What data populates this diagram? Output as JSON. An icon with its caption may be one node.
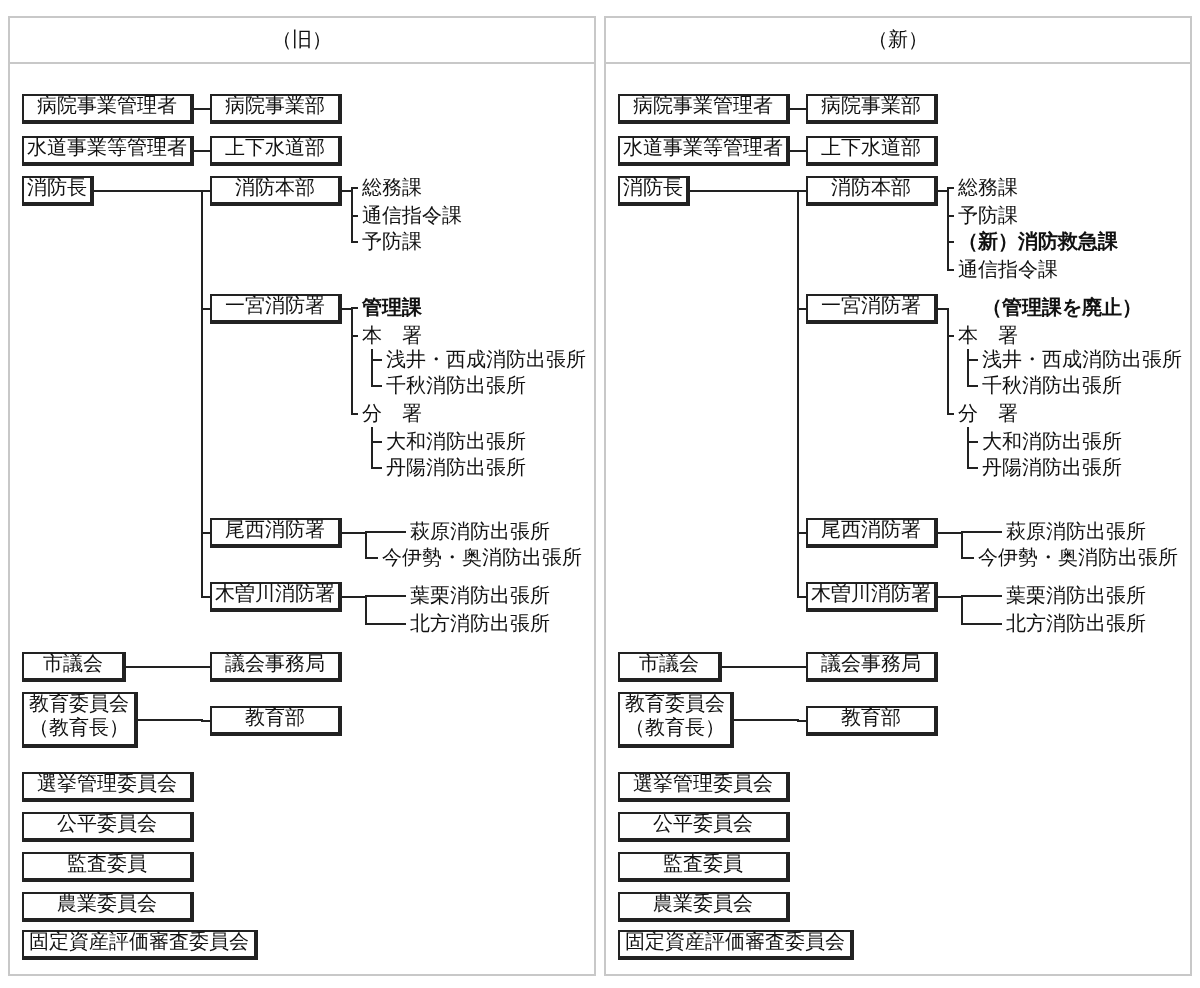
{
  "diagram": {
    "nodes": [
      {
        "text": [
          "（旧）"
        ]
      },
      {
        "text": [
          "病院事業管理者"
        ],
        "in": 0
      },
      {
        "text": [
          "病院事業部"
        ],
        "in": 0
      },
      {
        "text": [
          "水道事業等管理者"
        ],
        "in": 0
      },
      {
        "text": [
          "上下水道部"
        ],
        "in": 0
      },
      {
        "text": [
          "消防長"
        ],
        "in": 0
      },
      {
        "text": [
          "消防本部"
        ],
        "in": 0
      },
      {
        "text": [
          "総務課"
        ],
        "in": 0
      },
      {
        "text": [
          "通信指令課"
        ],
        "in": 0
      },
      {
        "text": [
          "予防課"
        ],
        "in": 0
      },
      {
        "text": [
          "一宮消防署"
        ],
        "in": 0
      },
      {
        "text": [
          "管理課"
        ],
        "in": 0
      },
      {
        "text": [
          "本　署"
        ],
        "in": 0
      },
      {
        "text": [
          "浅井・西成消防出張所"
        ],
        "in": 0
      },
      {
        "text": [
          "千秋消防出張所"
        ],
        "in": 0
      },
      {
        "text": [
          "分　署"
        ],
        "in": 0
      },
      {
        "text": [
          "大和消防出張所"
        ],
        "in": 0
      },
      {
        "text": [
          "丹陽消防出張所"
        ],
        "in": 0
      },
      {
        "text": [
          "尾西消防署"
        ],
        "in": 0
      },
      {
        "text": [
          "萩原消防出張所"
        ],
        "in": 0
      },
      {
        "text": [
          "今伊勢・奥消防出張所"
        ],
        "in": 0
      },
      {
        "text": [
          "木曽川消防署"
        ],
        "in": 0
      },
      {
        "text": [
          "葉栗消防出張所"
        ],
        "in": 0
      },
      {
        "text": [
          "北方消防出張所"
        ],
        "in": 0
      },
      {
        "text": [
          "市議会"
        ],
        "in": 0
      },
      {
        "text": [
          "議会事務局"
        ],
        "in": 0
      },
      {
        "text": [
          "教育委員会（教育長）"
        ],
        "in": 0
      },
      {
        "text": [
          "教育部"
        ],
        "in": 0
      },
      {
        "text": [
          "選挙管理委員会"
        ],
        "in": 0
      },
      {
        "text": [
          "公平委員会"
        ],
        "in": 0
      },
      {
        "text": [
          "監査委員"
        ],
        "in": 0
      },
      {
        "text": [
          "農業委員会"
        ],
        "in": 0
      },
      {
        "text": [
          "固定資産評価審査委員会"
        ],
        "in": 0
      },
      {
        "text": [
          "（新）"
        ]
      },
      {
        "text": [
          "病院事業管理者"
        ],
        "in": 33
      },
      {
        "text": [
          "病院事業部"
        ],
        "in": 33
      },
      {
        "text": [
          "水道事業等管理者"
        ],
        "in": 33
      },
      {
        "text": [
          "上下水道部"
        ],
        "in": 33
      },
      {
        "text": [
          "消防長"
        ],
        "in": 33
      },
      {
        "text": [
          "消防本部"
        ],
        "in": 33
      },
      {
        "text": [
          "総務課"
        ],
        "in": 33
      },
      {
        "text": [
          "予防課"
        ],
        "in": 33
      },
      {
        "text": [
          "（新）消防救急課"
        ],
        "in": 33
      },
      {
        "text": [
          "通信指令課"
        ],
        "in": 33
      },
      {
        "text": [
          "一宮消防署"
        ],
        "in": 33
      },
      {
        "text": [
          "本　署"
        ],
        "in": 33
      },
      {
        "text": [
          "浅井・西成消防出張所"
        ],
        "in": 33
      },
      {
        "text": [
          "千秋消防出張所"
        ],
        "in": 33
      },
      {
        "text": [
          "分　署"
        ],
        "in": 33
      },
      {
        "text": [
          "大和消防出張所"
        ],
        "in": 33
      },
      {
        "text": [
          "丹陽消防出張所"
        ],
        "in": 33
      },
      {
        "text": [
          "尾西消防署"
        ],
        "in": 33
      },
      {
        "text": [
          "萩原消防出張所"
        ],
        "in": 33
      },
      {
        "text": [
          "今伊勢・奥消防出張所"
        ],
        "in": 33
      },
      {
        "text": [
          "木曽川消防署"
        ],
        "in": 33
      },
      {
        "text": [
          "葉栗消防出張所"
        ],
        "in": 33
      },
      {
        "text": [
          "北方消防出張所"
        ],
        "in": 33
      },
      {
        "text": [
          "市議会"
        ],
        "in": 33
      },
      {
        "text": [
          "議会事務局"
        ],
        "in": 33
      },
      {
        "text": [
          "教育委員会（教育長）"
        ],
        "in": 33
      },
      {
        "text": [
          "教育部"
        ],
        "in": 33
      },
      {
        "text": [
          "選挙管理委員会"
        ],
        "in": 33
      },
      {
        "text": [
          "公平委員会"
        ],
        "in": 33
      },
      {
        "text": [
          "監査委員"
        ],
        "in": 33
      },
      {
        "text": [
          "農業委員会"
        ],
        "in": 33
      },
      {
        "text": [
          "固定資産評価審査委員会"
        ],
        "in": 33
      }
    ],
    "edges": [
      {
        "from": 1,
        "to": 2,
        "arrow": "none"
      },
      {
        "from": 3,
        "to": 4,
        "arrow": "none"
      },
      {
        "from": 5,
        "to": 6,
        "arrow": "none"
      },
      {
        "from": 5,
        "to": 10,
        "arrow": "none"
      },
      {
        "from": 5,
        "to": 18,
        "arrow": "none"
      },
      {
        "from": 5,
        "to": 21,
        "arrow": "none"
      },
      {
        "from": 6,
        "to": 7,
        "arrow": "none"
      },
      {
        "from": 6,
        "to": 8,
        "arrow": "none"
      },
      {
        "from": 6,
        "to": 9,
        "arrow": "none"
      },
      {
        "from": 10,
        "to": 11,
        "arrow": "none"
      },
      {
        "from": 10,
        "to": 12,
        "arrow": "none"
      },
      {
        "from": 10,
        "to": 15,
        "arrow": "none"
      },
      {
        "from": 12,
        "to": 13,
        "arrow": "none"
      },
      {
        "from": 12,
        "to": 14,
        "arrow": "none"
      },
      {
        "from": 15,
        "to": 16,
        "arrow": "none"
      },
      {
        "from": 15,
        "to": 17,
        "arrow": "none"
      },
      {
        "from": 18,
        "to": 19,
        "arrow": "none"
      },
      {
        "from": 18,
        "to": 20,
        "arrow": "none"
      },
      {
        "from": 21,
        "to": 22,
        "arrow": "none"
      },
      {
        "from": 21,
        "to": 23,
        "arrow": "none"
      },
      {
        "from": 24,
        "to": 25,
        "arrow": "none"
      },
      {
        "from": 26,
        "to": 27,
        "arrow": "none"
      },
      {
        "from": 34,
        "to": 35,
        "arrow": "none"
      },
      {
        "from": 36,
        "to": 37,
        "arrow": "none"
      },
      {
        "from": 38,
        "to": 39,
        "arrow": "none"
      },
      {
        "from": 38,
        "to": 44,
        "arrow": "none"
      },
      {
        "from": 38,
        "to": 51,
        "arrow": "none"
      },
      {
        "from": 38,
        "to": 54,
        "arrow": "none"
      },
      {
        "from": 39,
        "to": 40,
        "arrow": "none"
      },
      {
        "from": 39,
        "to": 41,
        "arrow": "none"
      },
      {
        "from": 39,
        "to": 42,
        "arrow": "none"
      },
      {
        "from": 39,
        "to": 43,
        "arrow": "none"
      },
      {
        "from": 44,
        "to": 45,
        "arrow": "none"
      },
      {
        "from": 44,
        "to": 48,
        "arrow": "none"
      },
      {
        "from": 45,
        "to": 46,
        "arrow": "none"
      },
      {
        "from": 45,
        "to": 47,
        "arrow": "none"
      },
      {
        "from": 48,
        "to": 49,
        "arrow": "none"
      },
      {
        "from": 48,
        "to": 50,
        "arrow": "none"
      },
      {
        "from": 51,
        "to": 52,
        "arrow": "none"
      },
      {
        "from": 51,
        "to": 53,
        "arrow": "none"
      },
      {
        "from": 54,
        "to": 55,
        "arrow": "none"
      },
      {
        "from": 54,
        "to": 56,
        "arrow": "none"
      },
      {
        "from": 57,
        "to": 58,
        "arrow": "none"
      },
      {
        "from": 59,
        "to": 60,
        "arrow": "none"
      }
    ],
    "labels": [
      "（管理課を廃止）"
    ]
  }
}
